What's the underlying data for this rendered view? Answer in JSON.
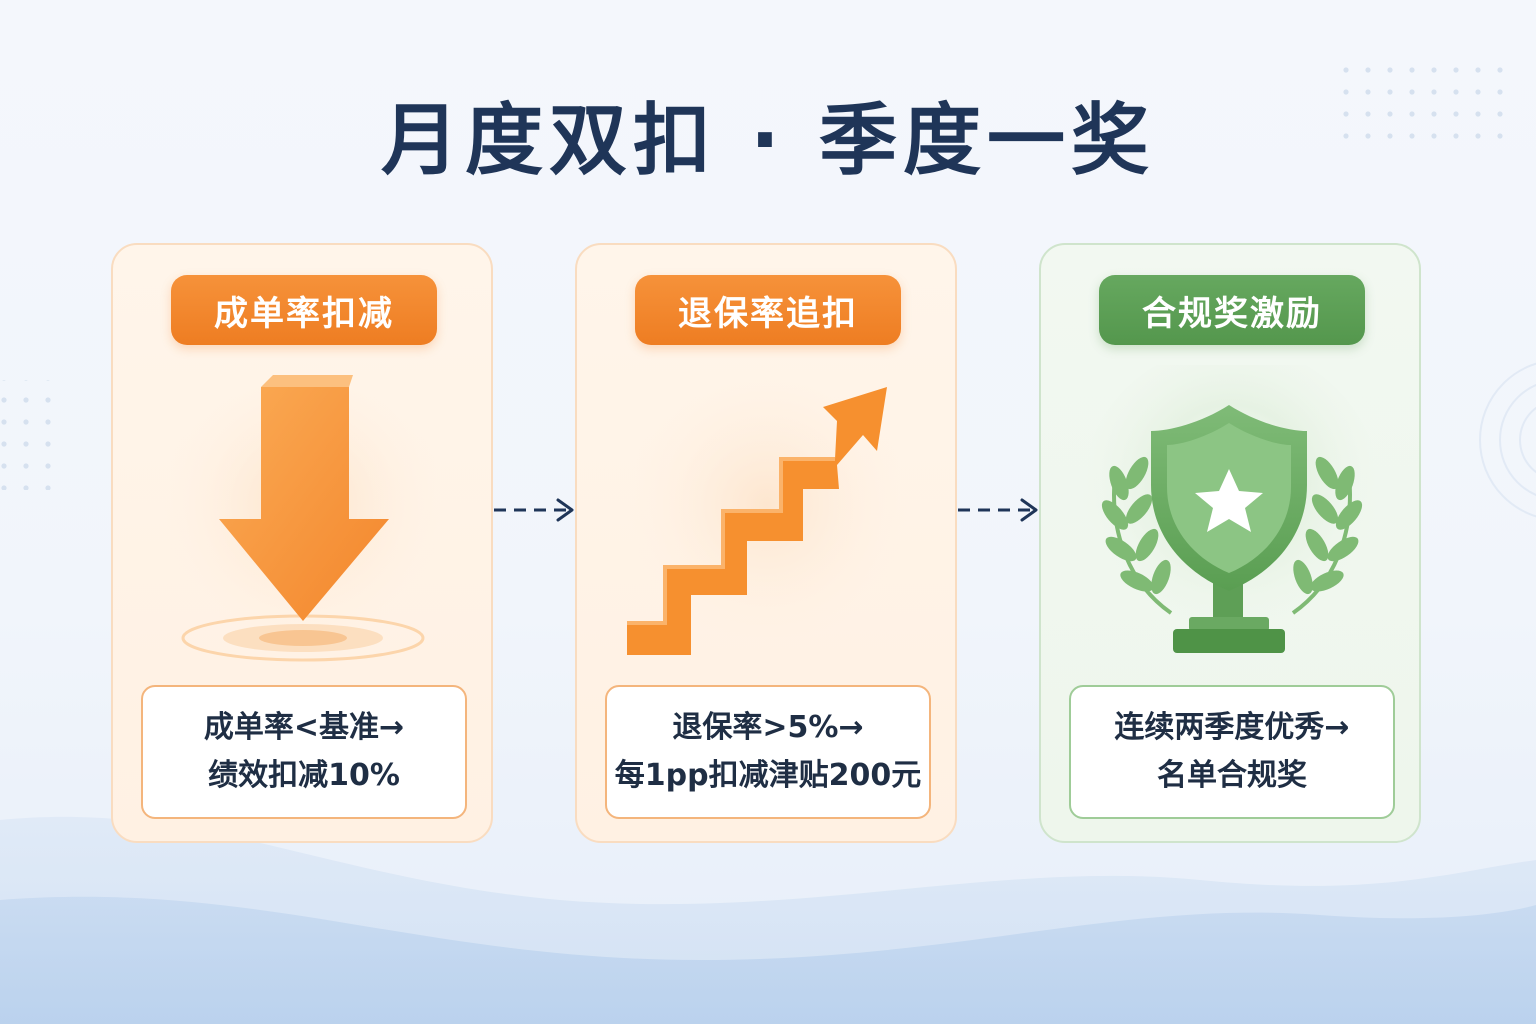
{
  "title": "月度双扣 · 季度一奖",
  "colors": {
    "title": "#1f3558",
    "orange": "#ee7d22",
    "green": "#54974d",
    "arrow": "#1f3558"
  },
  "steps": [
    {
      "label": "成单率扣减",
      "theme": "orange",
      "icon": "down-arrow-icon",
      "desc_lines": [
        "成单率<基准→",
        "绩效扣减10%"
      ]
    },
    {
      "label": "退保率追扣",
      "theme": "orange",
      "icon": "rising-stairs-arrow-icon",
      "desc_lines": [
        "退保率>5%→",
        "每1pp扣减津贴200元"
      ]
    },
    {
      "label": "合规奖激励",
      "theme": "green",
      "icon": "shield-trophy-icon",
      "desc_lines": [
        "连续两季度优秀→",
        "名单合规奖"
      ]
    }
  ]
}
